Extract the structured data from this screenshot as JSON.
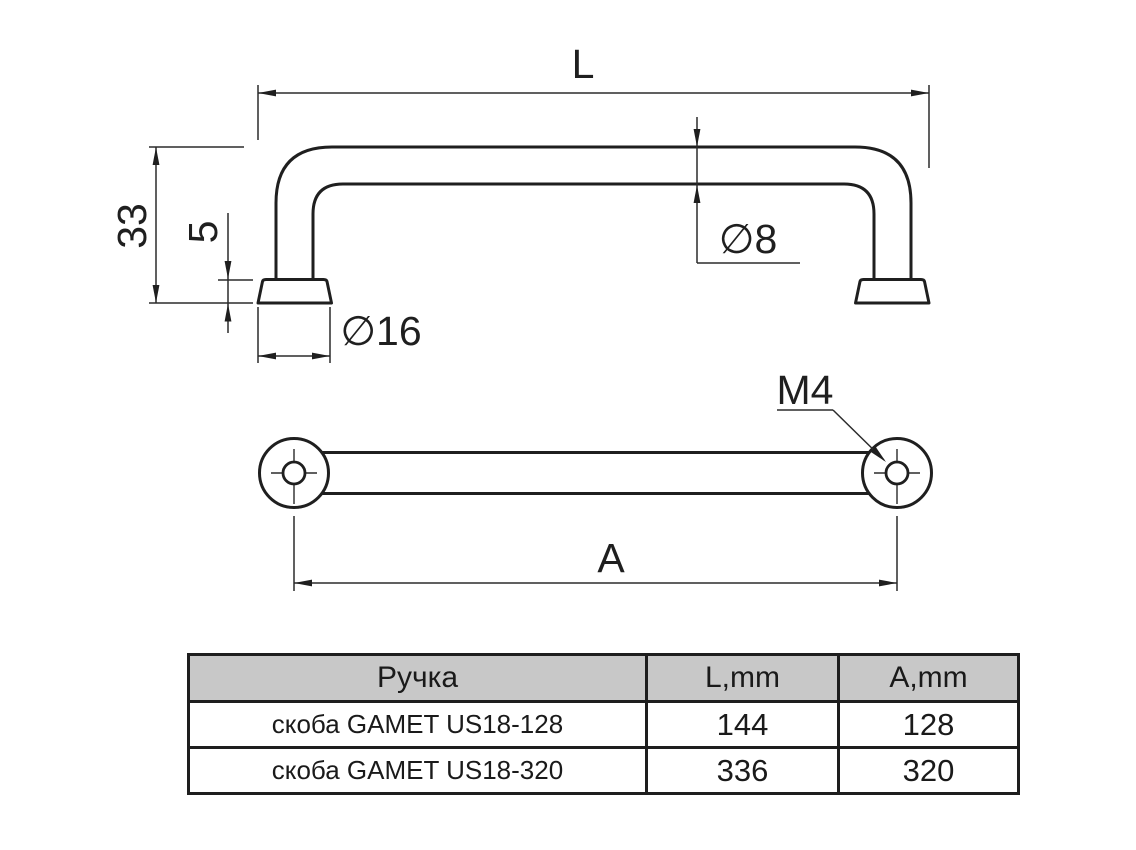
{
  "drawing": {
    "side_view": {
      "length_label": "L",
      "height_label": "33",
      "foot_height_label": "5",
      "foot_diameter_label": "∅16",
      "bar_diameter_label": "∅8"
    },
    "plan_view": {
      "thread_label": "M4",
      "hole_spacing_label": "A"
    }
  },
  "table": {
    "headers": [
      "Ручка",
      "L,mm",
      "A,mm"
    ],
    "rows": [
      {
        "name": "скоба GAMET US18-128",
        "l_mm": "144",
        "a_mm": "128"
      },
      {
        "name": "скоба GAMET US18-320",
        "l_mm": "336",
        "a_mm": "320"
      }
    ]
  },
  "colors": {
    "line": "#1f1f1f",
    "table_header_bg": "#c8c8c8",
    "background": "#ffffff"
  }
}
